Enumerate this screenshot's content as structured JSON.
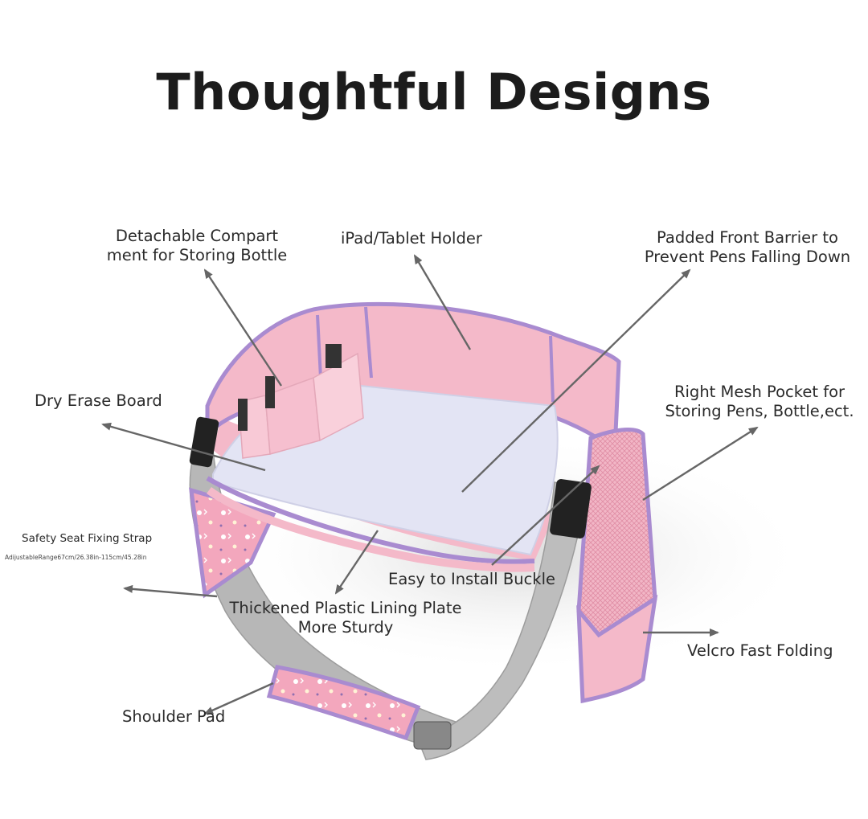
{
  "title": "Thoughtful Designs",
  "labels": {
    "compartment": [
      "Detachable Compart",
      "ment for Storing Bottle"
    ],
    "ipad": "iPad/Tablet Holder",
    "barrier": [
      "Padded Front Barrier to",
      "Prevent Pens Falling Down"
    ],
    "dry_erase": "Dry Erase Board",
    "mesh": [
      "Right Mesh Pocket for",
      "Storing Pens, Bottle,ect."
    ],
    "strap": "Safety Seat Fixing Strap",
    "strap_range": "AdijustableRange67cm/26.38in-115cm/45.28in",
    "buckle": "Easy to Install Buckle",
    "plate": [
      "Thickened Plastic Lining Plate",
      "More Sturdy"
    ],
    "velcro": "Velcro Fast Folding",
    "shoulder": "Shoulder Pad"
  },
  "colors": {
    "tray_pink": "#f4b9c9",
    "trim_purple": "#a98bd0",
    "board": "#e3e4f4",
    "strap_gray": "#b3b3b3",
    "arrow": "#666666"
  }
}
